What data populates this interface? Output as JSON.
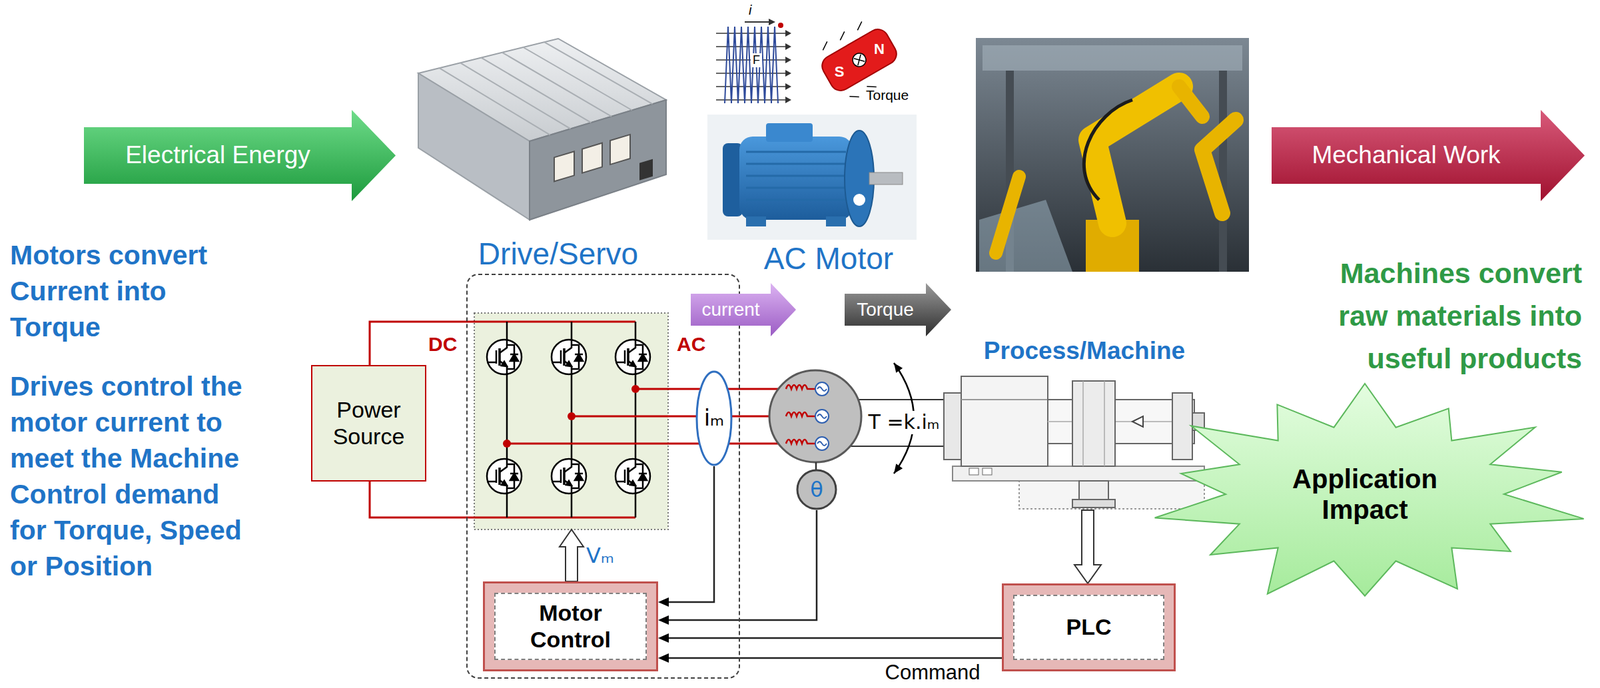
{
  "diagram": {
    "nodes": [
      {
        "text": [
          "Electrical Energy"
        ]
      },
      {
        "text": [
          "Mechanical Work"
        ]
      },
      {
        "text": [
          "Drive/Servo"
        ]
      },
      {
        "text": [
          "current"
        ]
      },
      {
        "text": [
          "Torque"
        ]
      },
      {
        "text": [
          "Process/Machine"
        ]
      },
      {
        "text": [
          "Power Source"
        ]
      },
      {
        "text": [
          "iₘ"
        ],
        "in": 2
      },
      {
        "text": [
          "Motor Control"
        ],
        "in": 2
      },
      {
        "text": [
          "θ"
        ]
      },
      {
        "text": [
          "Application Impact"
        ]
      },
      {
        "text": [
          "PLC"
        ]
      }
    ],
    "edges": [
      {
        "from": 7,
        "to": 8,
        "arrow": "to"
      },
      {
        "from": 9,
        "to": 8,
        "arrow": "to"
      },
      {
        "from": 11,
        "to": 8,
        "arrow": "to"
      },
      {
        "from": 11,
        "to": 8,
        "arrow": "to",
        "label": "Command"
      },
      {
        "from": 5,
        "to": 11,
        "arrow": "to"
      }
    ],
    "labels": [
      "Motors convert Current into Torque",
      "Drives control the motor current to meet the Machine Control demand for Torque, Speed or Position",
      "AC Motor",
      "Machines convert raw materials into useful products",
      "DC",
      "AC",
      "Vₘ",
      "T =k.iₘ",
      "i",
      "F",
      "N",
      "S",
      "Torque"
    ]
  }
}
